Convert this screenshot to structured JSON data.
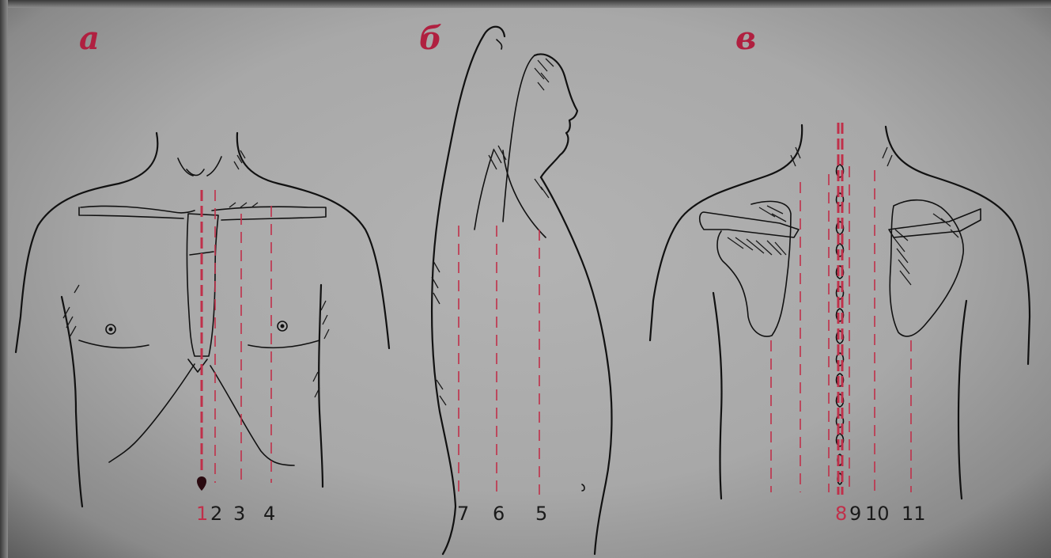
{
  "panels": [
    {
      "id": "a",
      "label": "а",
      "view": "front",
      "lines": [
        {
          "number": "1",
          "highlight": true
        },
        {
          "number": "2",
          "highlight": false
        },
        {
          "number": "3",
          "highlight": false
        },
        {
          "number": "4",
          "highlight": false
        }
      ]
    },
    {
      "id": "b",
      "label": "б",
      "view": "side",
      "lines": [
        {
          "number": "7",
          "highlight": false
        },
        {
          "number": "6",
          "highlight": false
        },
        {
          "number": "5",
          "highlight": false
        }
      ]
    },
    {
      "id": "v",
      "label": "в",
      "view": "back",
      "lines": [
        {
          "number": "8",
          "highlight": true
        },
        {
          "number": "9",
          "highlight": false
        },
        {
          "number": "10",
          "highlight": false
        },
        {
          "number": "11",
          "highlight": false
        }
      ]
    }
  ],
  "colors": {
    "accent": "#c0304a",
    "ink": "#111111",
    "background": "#a8a8a8"
  }
}
